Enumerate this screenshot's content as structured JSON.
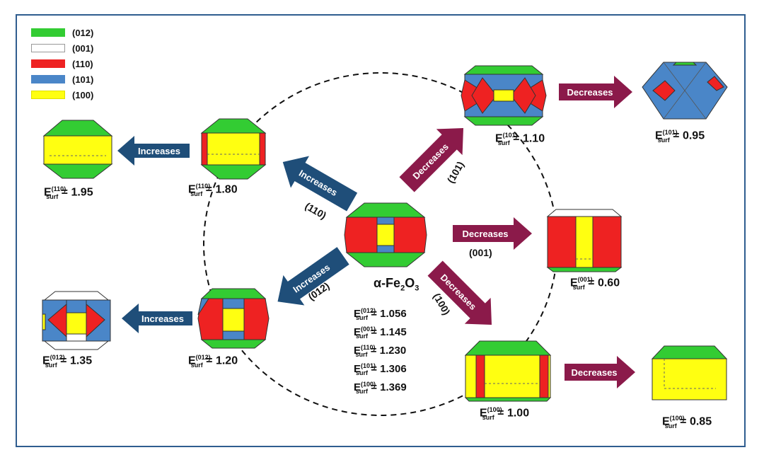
{
  "legend": [
    {
      "label": "(012)",
      "color": "#33cc33"
    },
    {
      "label": "(001)",
      "color": "#ffffff"
    },
    {
      "label": "(110)",
      "color": "#ee2222"
    },
    {
      "label": "(101)",
      "color": "#4a86c8"
    },
    {
      "label": "(100)",
      "color": "#ffff11"
    }
  ],
  "center": {
    "title_main": "α-Fe",
    "title_sub1": "2",
    "title_mid": "O",
    "title_sub2": "3",
    "energies": [
      {
        "plane": "(012)",
        "value": "= 1.056"
      },
      {
        "plane": "(001)",
        "value": "= 1.145"
      },
      {
        "plane": "(110)",
        "value": "= 1.230"
      },
      {
        "plane": "(101)",
        "value": "= 1.306"
      },
      {
        "plane": "(100)",
        "value": "= 1.369"
      }
    ]
  },
  "energy_symbol": "E",
  "energy_sub": "surf",
  "shapes": {
    "inc110_a": {
      "plane": "(110)",
      "value": "= 1.80"
    },
    "inc110_b": {
      "plane": "(110)",
      "value": "= 1.95"
    },
    "inc012_a": {
      "plane": "(012)",
      "value": "= 1.20"
    },
    "inc012_b": {
      "plane": "(012)",
      "value": "= 1.35"
    },
    "dec101_a": {
      "plane": "(101)",
      "value": "= 1.10"
    },
    "dec101_b": {
      "plane": "(101)",
      "value": "= 0.95"
    },
    "dec001": {
      "plane": "(001)",
      "value": "= 0.60"
    },
    "dec100_a": {
      "plane": "(100)",
      "value": "= 1.00"
    },
    "dec100_b": {
      "plane": "(100)",
      "value": "= 0.85"
    }
  },
  "arrows": {
    "increases": "Increases",
    "decreases": "Decreases",
    "plane_110": "(110)",
    "plane_012": "(012)",
    "plane_101": "(101)",
    "plane_001": "(001)",
    "plane_100": "(100)"
  },
  "colors": {
    "green": "#33cc33",
    "red": "#ee2222",
    "blue": "#4a86c8",
    "yellow": "#ffff11",
    "increase_arrow": "#1f4e79",
    "decrease_arrow": "#8b1a4a",
    "frame": "#2f5d8f"
  }
}
